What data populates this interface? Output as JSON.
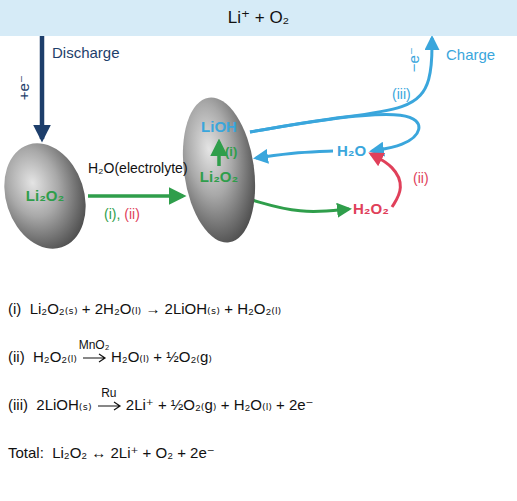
{
  "diagram": {
    "nodes": [
      {
        "text": [
          "Li⁺ + O₂"
        ]
      },
      {
        "text": [
          "Li₂O₂"
        ]
      },
      {
        "text": [
          "LiOH",
          "Li₂O₂",
          "(i)"
        ]
      },
      {
        "text": [
          "H₂O"
        ]
      },
      {
        "text": [
          "H₂O₂"
        ]
      }
    ],
    "edges": [
      {
        "from": 0,
        "to": 1,
        "arrow": "to",
        "label": "Discharge"
      },
      {
        "from": 1,
        "to": 2,
        "arrow": "to",
        "label": "H₂O(electrolyte)"
      },
      {
        "from": 2,
        "to": 0,
        "arrow": "to",
        "label": "Charge"
      },
      {
        "from": 2,
        "to": 3,
        "arrow": "to"
      },
      {
        "from": 3,
        "to": 2,
        "arrow": "to"
      },
      {
        "from": 2,
        "to": 4,
        "arrow": "to"
      },
      {
        "from": 4,
        "to": 3,
        "arrow": "to",
        "label": "(ii)"
      }
    ],
    "labels": [
      "+e⁻",
      "−e⁻",
      "(iii)",
      "(i),",
      "(ii)",
      "(i)  Li₂O₂₍ₛ₎ + 2H₂O₍ₗ₎ → 2LiOH₍ₛ₎ + H₂O₂₍ₗ₎",
      "(ii)  H₂O₂₍ₗ₎",
      "MnO₂",
      "H₂O₍ₗ₎ + ½O₂₍g₎",
      "(iii)  2LiOH₍ₛ₎",
      "Ru",
      "2Li⁺ + ½O₂₍g₎ + H₂O₍ₗ₎ + 2e⁻",
      "Total:  Li₂O₂ ↔ 2Li⁺ + O₂ + 2e⁻"
    ]
  }
}
